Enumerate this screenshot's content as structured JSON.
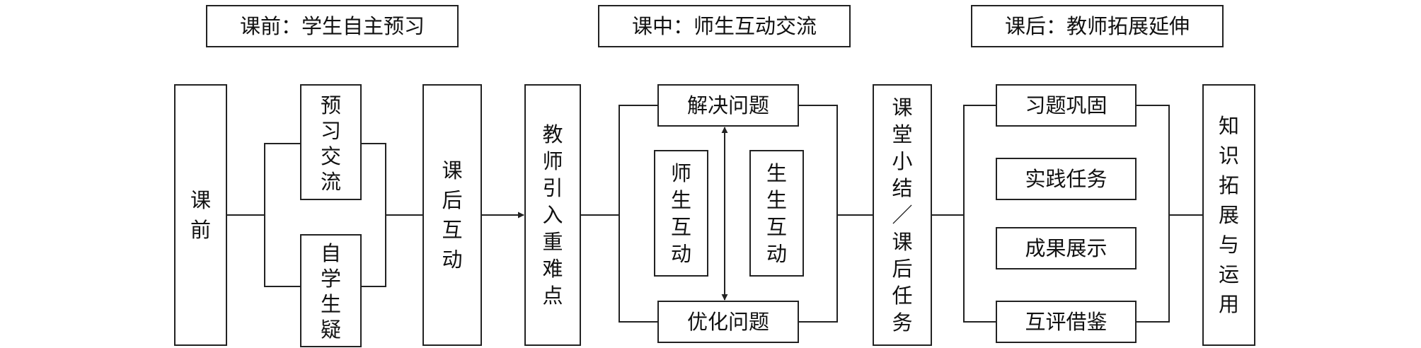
{
  "stages": {
    "pre": "课前：学生自主预习",
    "mid": "课中：师生互动交流",
    "post": "课后：教师拓展延伸"
  },
  "nodes": {
    "before": "课前",
    "preview": "预习交流",
    "selfstudy": "自学生疑",
    "afterclass": "课后互动",
    "teacher_intro": "教师引入重难点",
    "solve": "解决问题",
    "optimize": "优化问题",
    "teacher_student": "师生互动",
    "student_student": "生生互动",
    "summary": "课堂小结／课后任务",
    "exercise": "习题巩固",
    "practice": "实践任务",
    "results": "成果展示",
    "peer_review": "互评借鉴",
    "extend": "知识拓展与运用"
  }
}
